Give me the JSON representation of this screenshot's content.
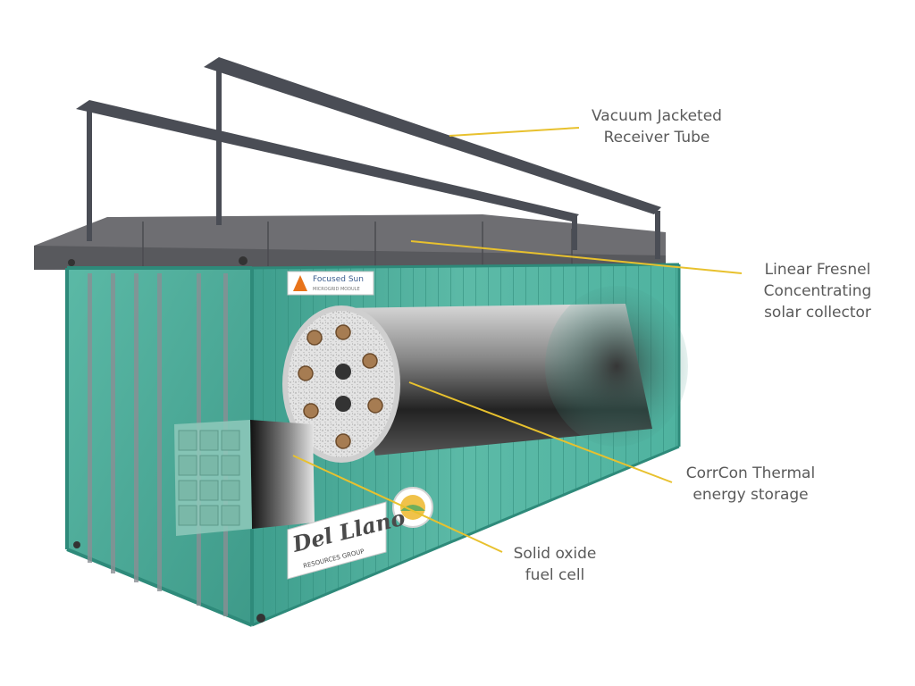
{
  "callouts": {
    "receiver_tube": {
      "line1": "Vacuum Jacketed",
      "line2": "Receiver Tube"
    },
    "fresnel": {
      "line1": "Linear Fresnel",
      "line2": "Concentrating",
      "line3": "solar collector"
    },
    "storage": {
      "line1": "CorrCon Thermal",
      "line2": "energy storage"
    },
    "fuel_cell": {
      "line1": "Solid oxide",
      "line2": "fuel cell"
    }
  },
  "branding": {
    "focused_sun": "Focused Sun",
    "focused_sun_sub": "MICROGRID MODULE",
    "del_llano": "Del Llano",
    "del_llano_sub": "RESOURCES GROUP"
  },
  "colors": {
    "container": "#4fb3a0",
    "container_dark": "#2e8a7a",
    "leader": "#e8c12e",
    "rail": "#4a4d55",
    "collector": "#6e6e72",
    "label_text": "#5a5a5a"
  },
  "icons": [
    "storage-cylinder",
    "fuel-cell-stack",
    "sun-badge-icon",
    "focused-sun-logo"
  ]
}
